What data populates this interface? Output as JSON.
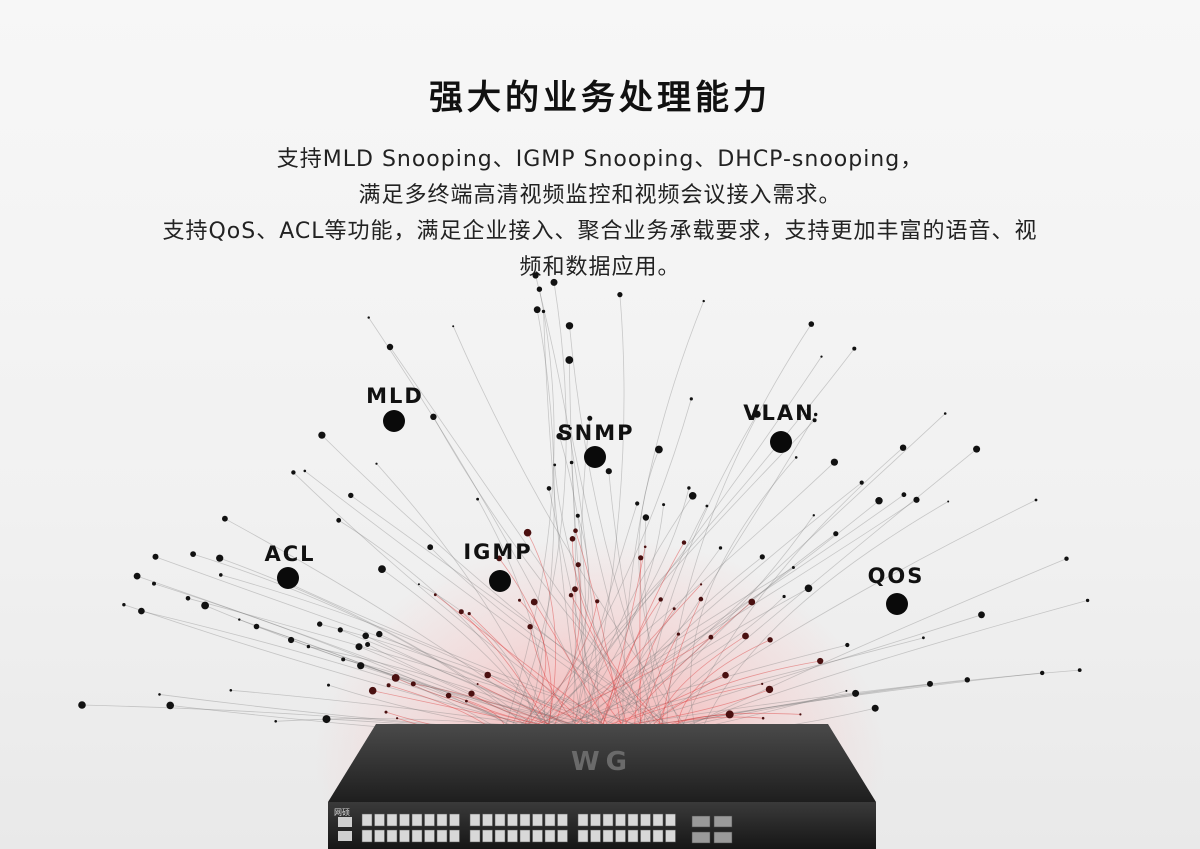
{
  "heading": "强大的业务处理能力",
  "description": [
    "支持MLD Snooping、IGMP Snooping、DHCP-snooping，",
    "满足多终端高清视频监控和视频会议接入需求。",
    "支持QoS、ACL等功能，满足企业接入、聚合业务承载要求，支持更加丰富的语音、视",
    "频和数据应用。"
  ],
  "features": [
    {
      "label": "MLD"
    },
    {
      "label": "SNMP"
    },
    {
      "label": "VLAN"
    },
    {
      "label": "ACL"
    },
    {
      "label": "IGMP"
    },
    {
      "label": "QOS"
    }
  ],
  "device": {
    "brand_logo_text": "WG",
    "brand_small_text": "网硕",
    "port_count": 48,
    "uplink_port_count": 4
  },
  "colors": {
    "glow": "#ff7878",
    "device_body": "#2a2a2a",
    "node": "#0a0a0a"
  }
}
